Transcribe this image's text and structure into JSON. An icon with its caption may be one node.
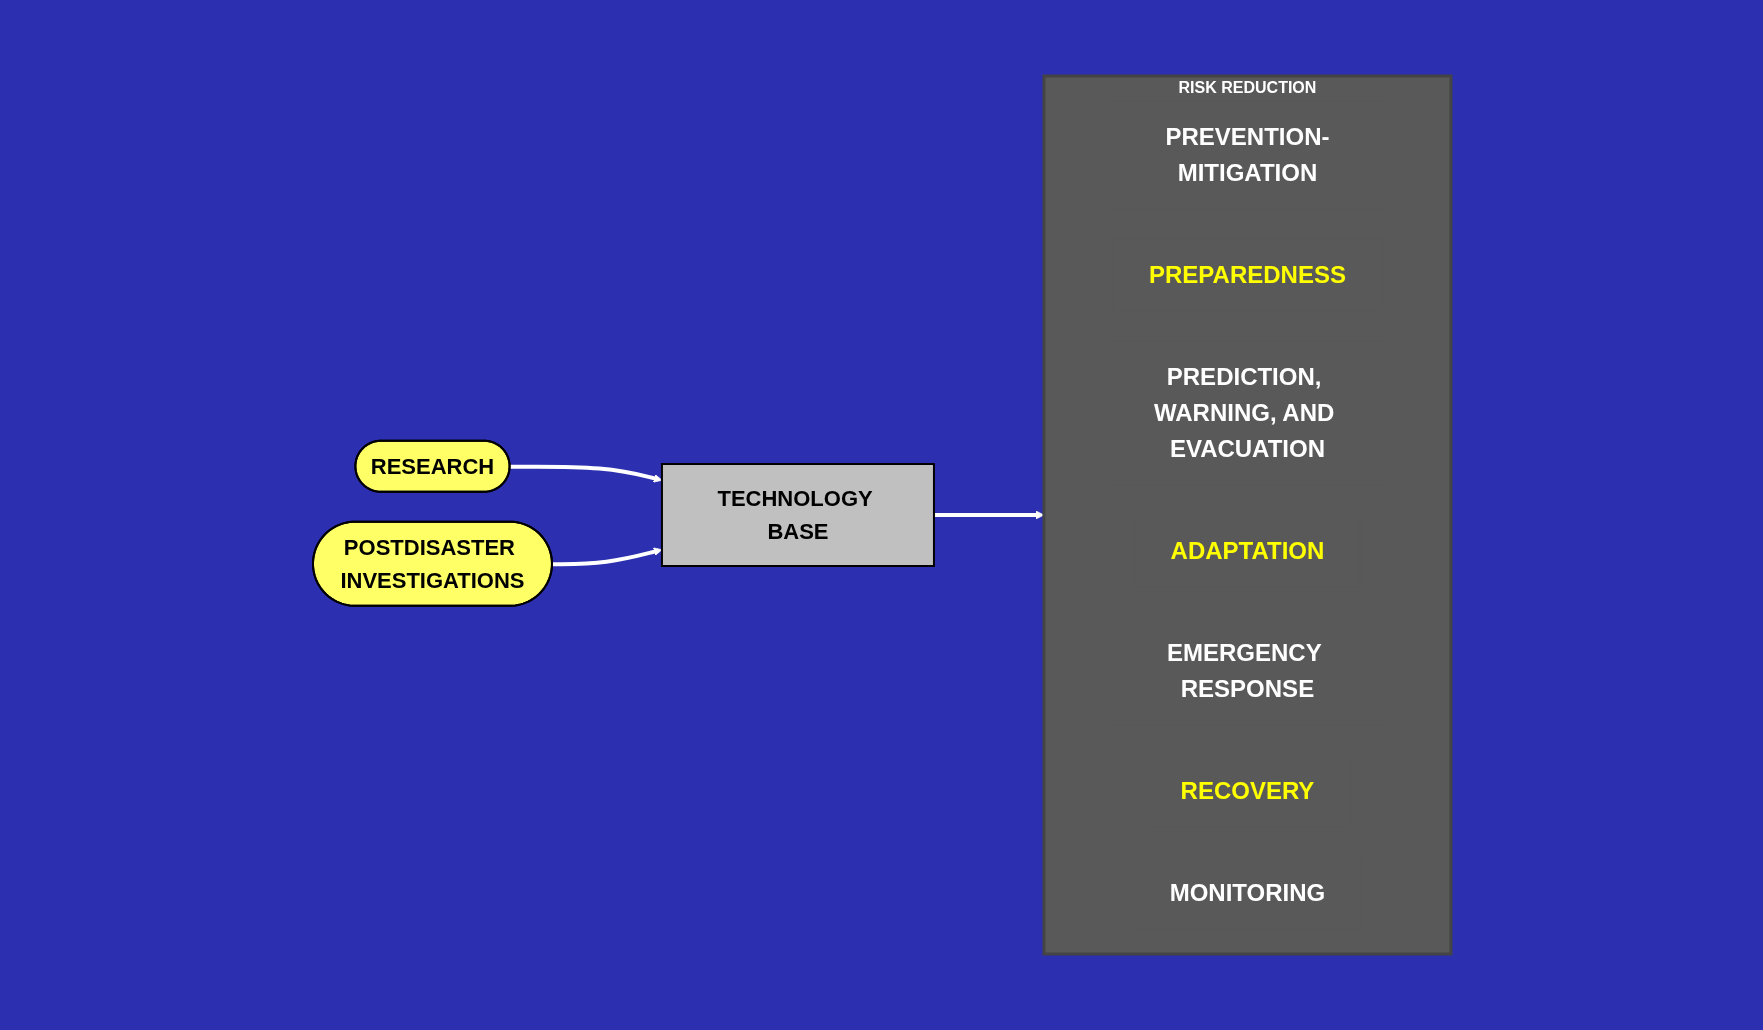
{
  "diagram": {
    "nodes": [
      {
        "text": [
          "RESEARCH"
        ]
      },
      {
        "text": [
          "POSTDISASTER INVESTIGATIONS"
        ]
      },
      {
        "text": [
          "TECHNOLOGY BASE"
        ]
      },
      {
        "text": [
          "RISK REDUCTION"
        ]
      },
      {
        "text": [
          "PREVENTION-MITIGATION"
        ],
        "in": 3
      },
      {
        "text": [
          "PREPAREDNESS"
        ],
        "in": 3
      },
      {
        "text": [
          "PREDICTION, WARNING, AND EVACUATION"
        ],
        "in": 3
      },
      {
        "text": [
          "ADAPTATION"
        ],
        "in": 3
      },
      {
        "text": [
          "EMERGENCY RESPONSE"
        ],
        "in": 3
      },
      {
        "text": [
          "RECOVERY"
        ],
        "in": 3
      },
      {
        "text": [
          "MONITORING"
        ],
        "in": 3
      }
    ],
    "edges": [
      {
        "from": 0,
        "to": 2,
        "arrow": "to"
      },
      {
        "from": 1,
        "to": 2,
        "arrow": "to"
      },
      {
        "from": 2,
        "to": 3,
        "arrow": "to"
      }
    ]
  }
}
